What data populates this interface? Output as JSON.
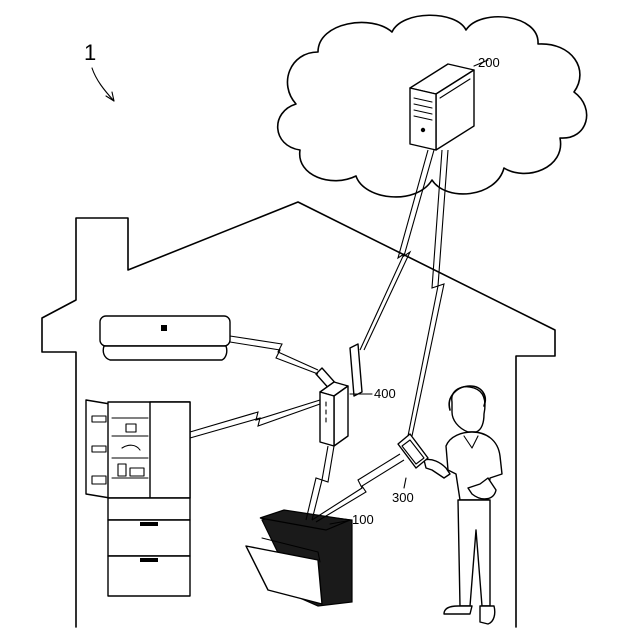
{
  "system_label": "1",
  "labels": {
    "cooking_device": "100",
    "server": "200",
    "terminal": "300",
    "router": "400"
  }
}
